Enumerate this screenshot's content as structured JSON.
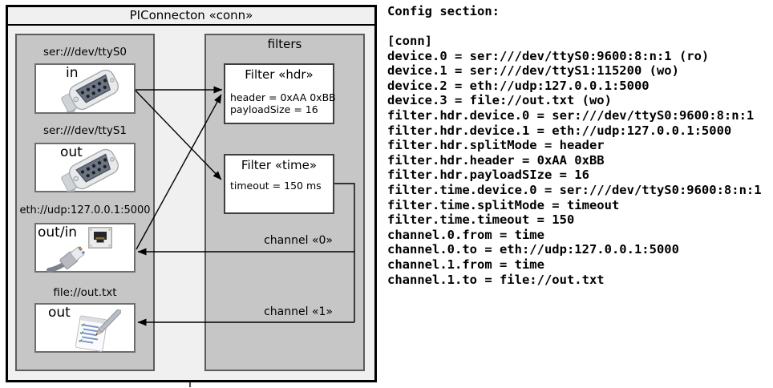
{
  "diagram": {
    "title": "PIConnecton «conn»",
    "devices": [
      {
        "uri": "ser:///dev/ttyS0",
        "direction": "in",
        "icon": "serial-connector"
      },
      {
        "uri": "ser:///dev/ttyS1",
        "direction": "out",
        "icon": "serial-connector"
      },
      {
        "uri": "eth://udp:127.0.0.1:5000",
        "direction": "out/in",
        "icon": "ethernet-connector"
      },
      {
        "uri": "file://out.txt",
        "direction": "out",
        "icon": "notepad-pencil"
      }
    ],
    "filters_panel": {
      "title": "filters",
      "filters": [
        {
          "title": "Filter «hdr»",
          "attributes": [
            "header = 0xAA 0xBB",
            "payloadSize = 16"
          ]
        },
        {
          "title": "Filter «time»",
          "attributes": [
            "timeout = 150 ms"
          ]
        }
      ],
      "channels": [
        {
          "label": "channel «0»"
        },
        {
          "label": "channel «1»"
        }
      ]
    }
  },
  "config": {
    "heading": "Config section:",
    "lines": [
      "[conn]",
      "device.0 = ser:///dev/ttyS0:9600:8:n:1 (ro)",
      "device.1 = ser:///dev/ttyS1:115200 (wo)",
      "device.2 = eth://udp:127.0.0.1:5000",
      "device.3 = file://out.txt (wo)",
      "filter.hdr.device.0 = ser:///dev/ttyS0:9600:8:n:1",
      "filter.hdr.device.1 = eth://udp:127.0.0.1:5000",
      "filter.hdr.splitMode = header",
      "filter.hdr.header = 0xAA 0xBB",
      "filter.hdr.payloadSIze = 16",
      "filter.time.device.0 = ser:///dev/ttyS0:9600:8:n:1",
      "filter.time.splitMode = timeout",
      "filter.time.timeout = 150",
      "channel.0.from = time",
      "channel.0.to = eth://udp:127.0.0.1:5000",
      "channel.1.from = time",
      "channel.1.to = file://out.txt"
    ]
  },
  "colors": {
    "diagram_bg": "#f0f0f0",
    "panel_bg": "#c6c6c6",
    "box_bg": "#ffffff",
    "outline": "#000000",
    "panel_border": "#5c5c5c",
    "device_border": "#6e6e6e",
    "filter_border": "#3f3f3f",
    "text": "#000000"
  }
}
